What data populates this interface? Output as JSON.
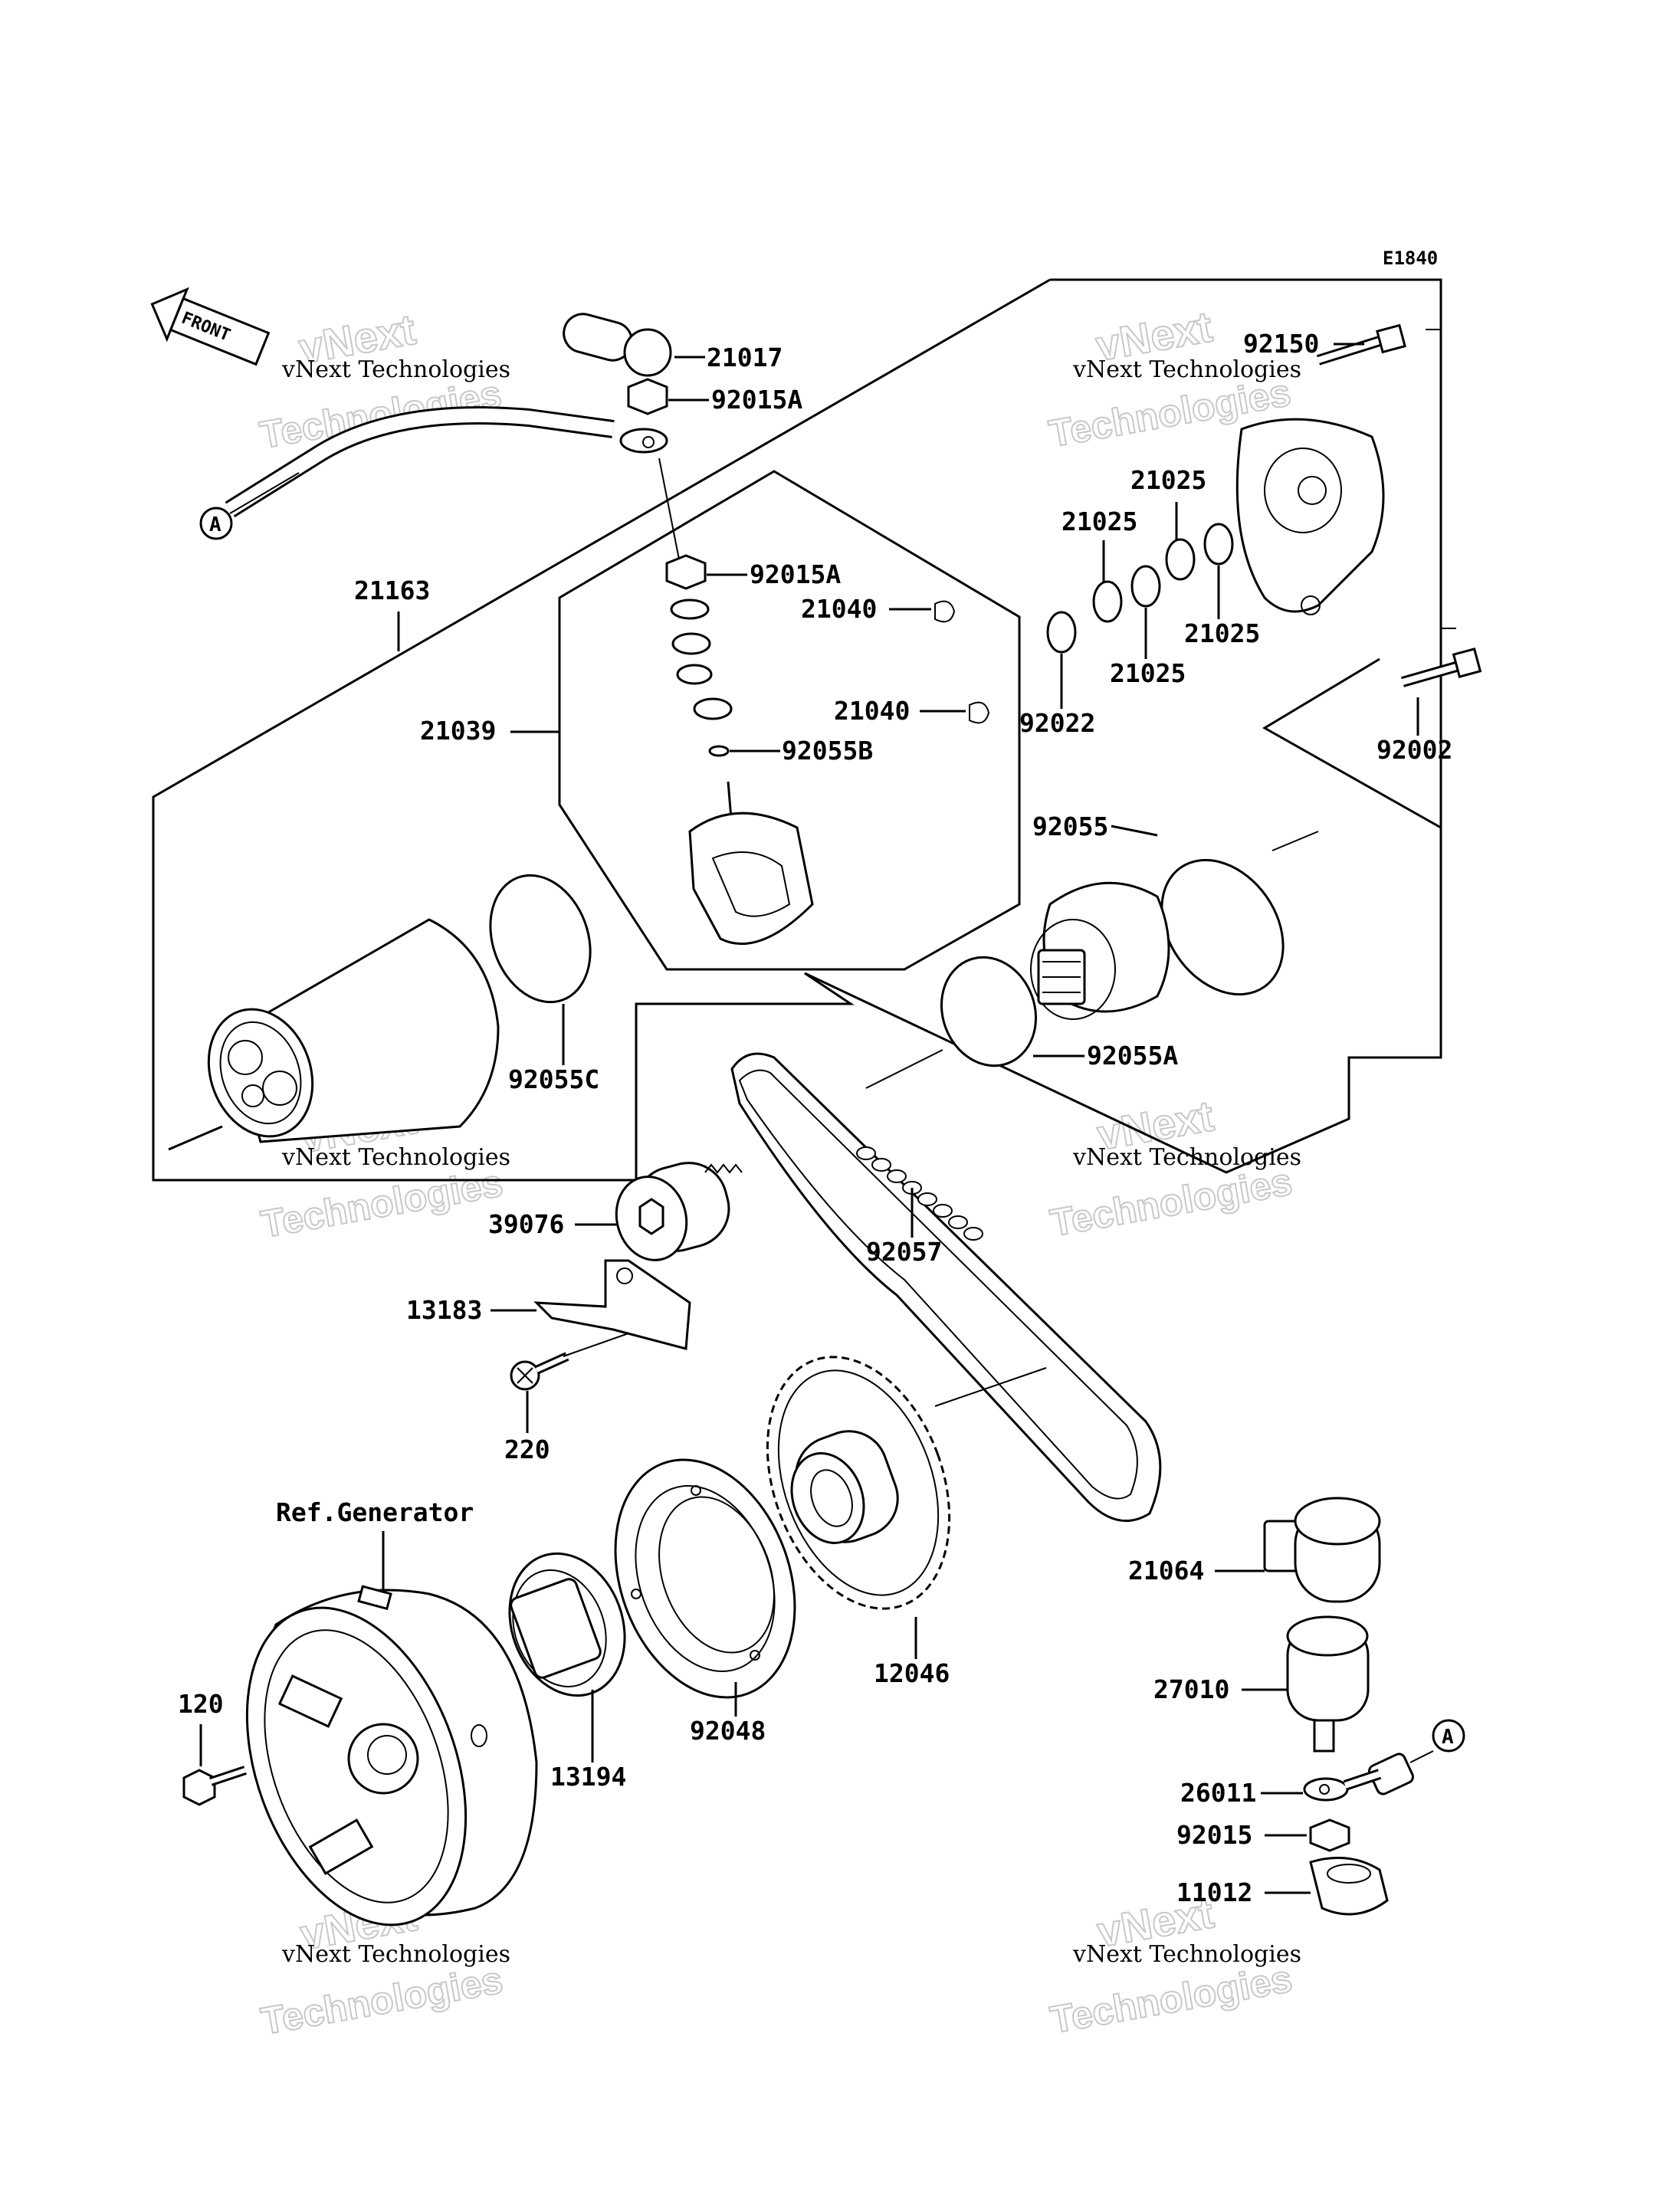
{
  "diagram_code": "E1840",
  "front_marker": "FRONT",
  "reference_marker": "A",
  "generator_ref": "Ref.Generator",
  "watermark": {
    "company": "vNext Technologies",
    "brand_top": "vNext",
    "brand_bottom": "Technologies"
  },
  "parts": {
    "p21017": "21017",
    "p92015A_top": "92015A",
    "p92015A_mid": "92015A",
    "p21163": "21163",
    "p21039": "21039",
    "p21040_a": "21040",
    "p21040_b": "21040",
    "p92055B": "92055B",
    "p92150": "92150",
    "p21025_a": "21025",
    "p21025_b": "21025",
    "p21025_c": "21025",
    "p21025_d": "21025",
    "p92022": "92022",
    "p92002": "92002",
    "p92055": "92055",
    "p92055A": "92055A",
    "p92055C": "92055C",
    "p39076": "39076",
    "p92057": "92057",
    "p13183": "13183",
    "p220": "220",
    "p12046": "12046",
    "p21064": "21064",
    "p27010": "27010",
    "p26011": "26011",
    "p92015": "92015",
    "p11012": "11012",
    "p120": "120",
    "p13194": "13194",
    "p92048": "92048"
  }
}
